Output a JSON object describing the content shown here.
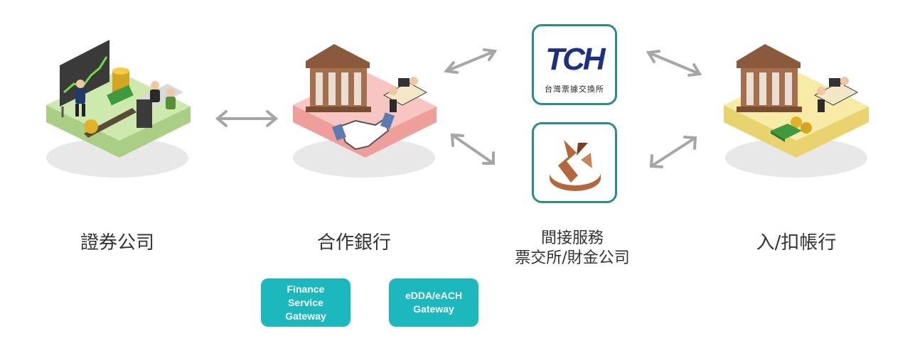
{
  "nodes": {
    "securities": {
      "label": "證券公司",
      "color": "#c7e6a6"
    },
    "bank": {
      "label": "合作銀行",
      "color": "#f7c4c1"
    },
    "indirect": {
      "line1": "間接服務",
      "line2": "票交所/財金公司"
    },
    "account": {
      "label": "入/扣帳行",
      "color": "#f6e89f"
    }
  },
  "logos": {
    "tch": {
      "mark": "TCH",
      "subtitle": "台灣票據交換所"
    },
    "fisc": {
      "icon": "fisc-logo-icon"
    }
  },
  "gateways": {
    "fsg": [
      "Finance",
      "Service",
      "Gateway"
    ],
    "edda": [
      "eDDA/eACH",
      "Gateway"
    ]
  },
  "colors": {
    "arrow": "#a6a6a6",
    "gateway": "#1bb8bd",
    "logo_border": "#2c8d86",
    "tch_blue": "#1b2f87"
  }
}
